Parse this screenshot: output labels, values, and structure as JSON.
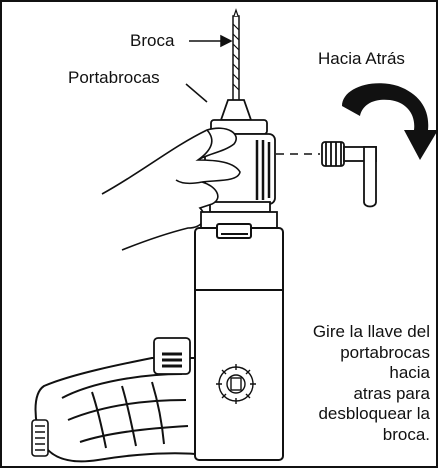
{
  "labels": {
    "bit": "Broca",
    "chuck": "Portabrocas",
    "direction": "Hacia Atrás"
  },
  "instructions": {
    "lines": [
      "Gire la llave del",
      "portabrocas",
      "hacia",
      "atras para",
      "desbloquear la",
      "broca."
    ]
  },
  "colors": {
    "ink": "#111111",
    "background": "#ffffff",
    "shading": "#2a2a2a"
  },
  "icons": {
    "rotation_arrow": "curved-arrow-clockwise-icon",
    "chuck_key": "chuck-key-icon",
    "logo": "gear-tool-logo-icon"
  }
}
